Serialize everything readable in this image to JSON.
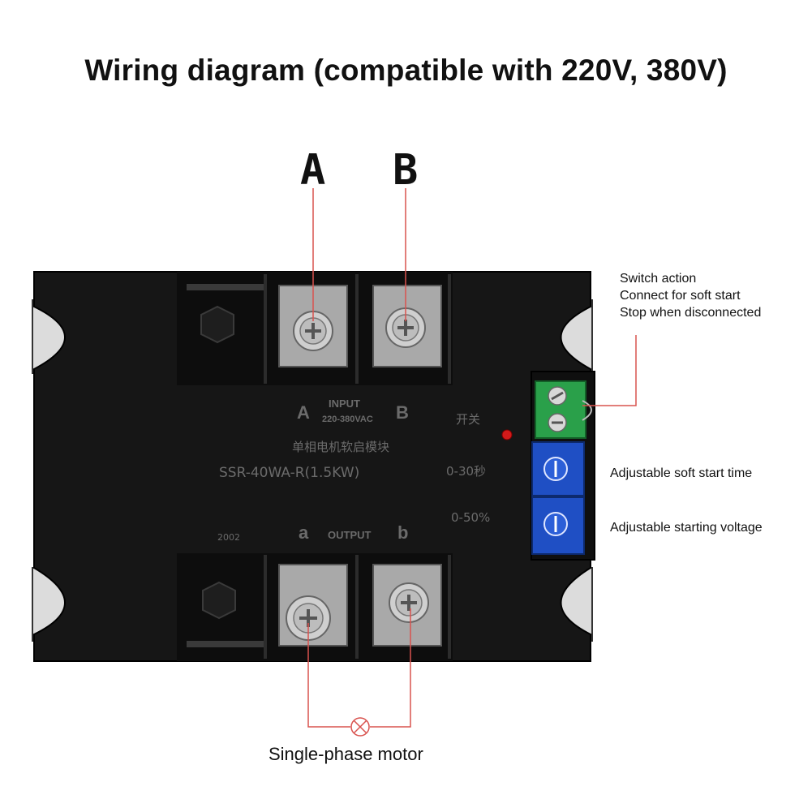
{
  "title": "Wiring diagram (compatible with 220V, 380V)",
  "terminals_top": {
    "a_label": "A",
    "b_label": "B"
  },
  "notes": {
    "switch": [
      "Switch action",
      "Connect for soft start",
      "Stop when disconnected"
    ],
    "soft_start_time": "Adjustable soft start time",
    "starting_voltage": "Adjustable starting voltage"
  },
  "motor_label": "Single-phase motor",
  "device_print": {
    "input_a": "A",
    "input_word": "INPUT",
    "input_b": "B",
    "input_rating": "220-380VAC",
    "switch_cn": "开关",
    "name_cn": "单相电机软启模块",
    "model": "SSR-40WA-R(1.5KW)",
    "time_range": "0-30秒",
    "voltage_range": "0-50%",
    "batch": "2002",
    "output_a": "a",
    "output_word": "OUTPUT",
    "output_b": "b"
  },
  "colors": {
    "device_body": "#161616",
    "wire": "#d9534f",
    "terminal_green": "#2aa04a",
    "potentiometer_blue": "#1f4fc4"
  }
}
